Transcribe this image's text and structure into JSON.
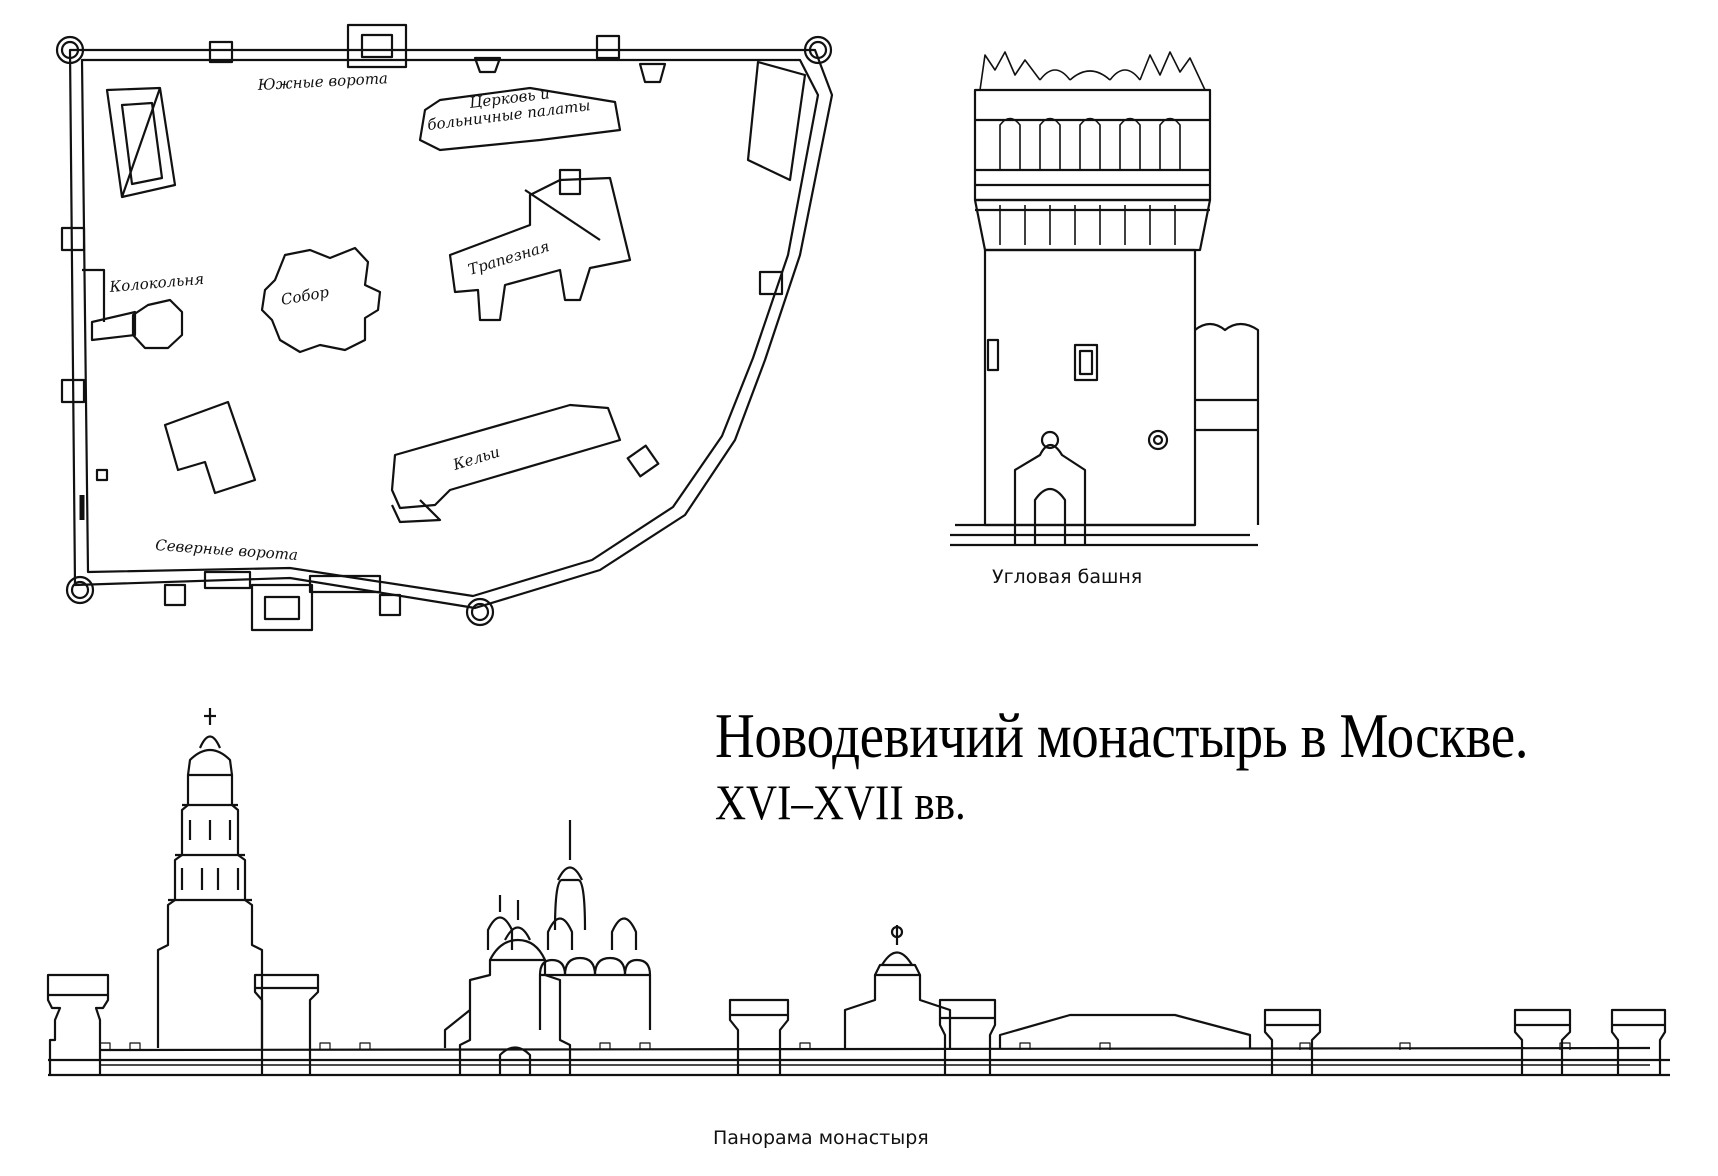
{
  "title": {
    "line1": "Новодевичий монастырь в Москве.",
    "line2": "XVI–XVII вв."
  },
  "plan": {
    "labels": {
      "south_gate": "Южные ворота",
      "church_line1": "Церковь и",
      "church_line2": "больничные палаты",
      "bell_tower": "Колокольня",
      "cathedral": "Собор",
      "refectory": "Трапезная",
      "cells": "Кельи",
      "north_gate": "Северные ворота"
    }
  },
  "captions": {
    "corner_tower": "Угловая башня",
    "panorama": "Панорама монастыря"
  }
}
